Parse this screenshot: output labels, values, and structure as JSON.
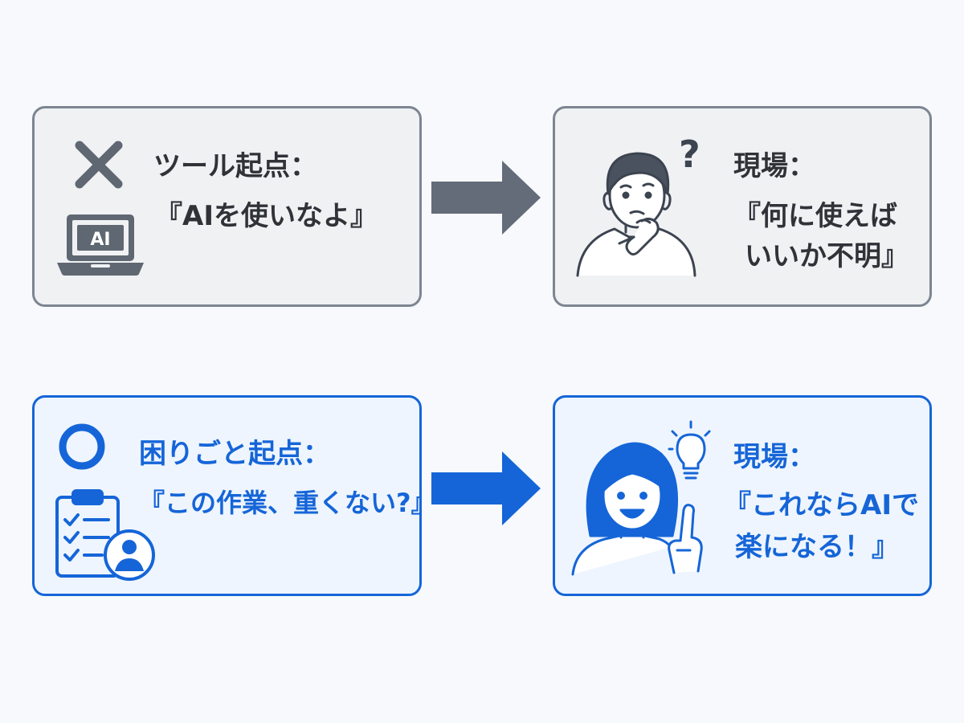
{
  "colors": {
    "gray_border": "#7d8591",
    "gray_arrow": "#636c78",
    "dark_text": "#2f3338",
    "blue": "#1565d8",
    "gray_fill": "#f0f1f3",
    "blue_fill": "#eef5fe"
  },
  "top_row": {
    "left_box": {
      "mark_icon": "x-mark-icon",
      "device_icon": "laptop-ai-icon",
      "laptop_label": "AI",
      "heading": "ツール起点：",
      "quote": "『AIを使いなよ』"
    },
    "arrow_icon": "right-arrow-icon",
    "right_box": {
      "person_icon": "confused-man-icon",
      "question_mark": "?",
      "heading": "現場：",
      "quote_line1": "『何に使えば",
      "quote_line2": "いいか不明』"
    }
  },
  "bottom_row": {
    "left_box": {
      "mark_icon": "circle-mark-icon",
      "device_icon": "clipboard-user-icon",
      "heading": "困りごと起点：",
      "quote": "『この作業、重くない?』"
    },
    "arrow_icon": "right-arrow-icon",
    "right_box": {
      "person_icon": "happy-woman-icon",
      "idea_icon": "lightbulb-icon",
      "heading": "現場：",
      "quote_line1": "『これならAIで",
      "quote_line2": "楽になる！』"
    }
  }
}
